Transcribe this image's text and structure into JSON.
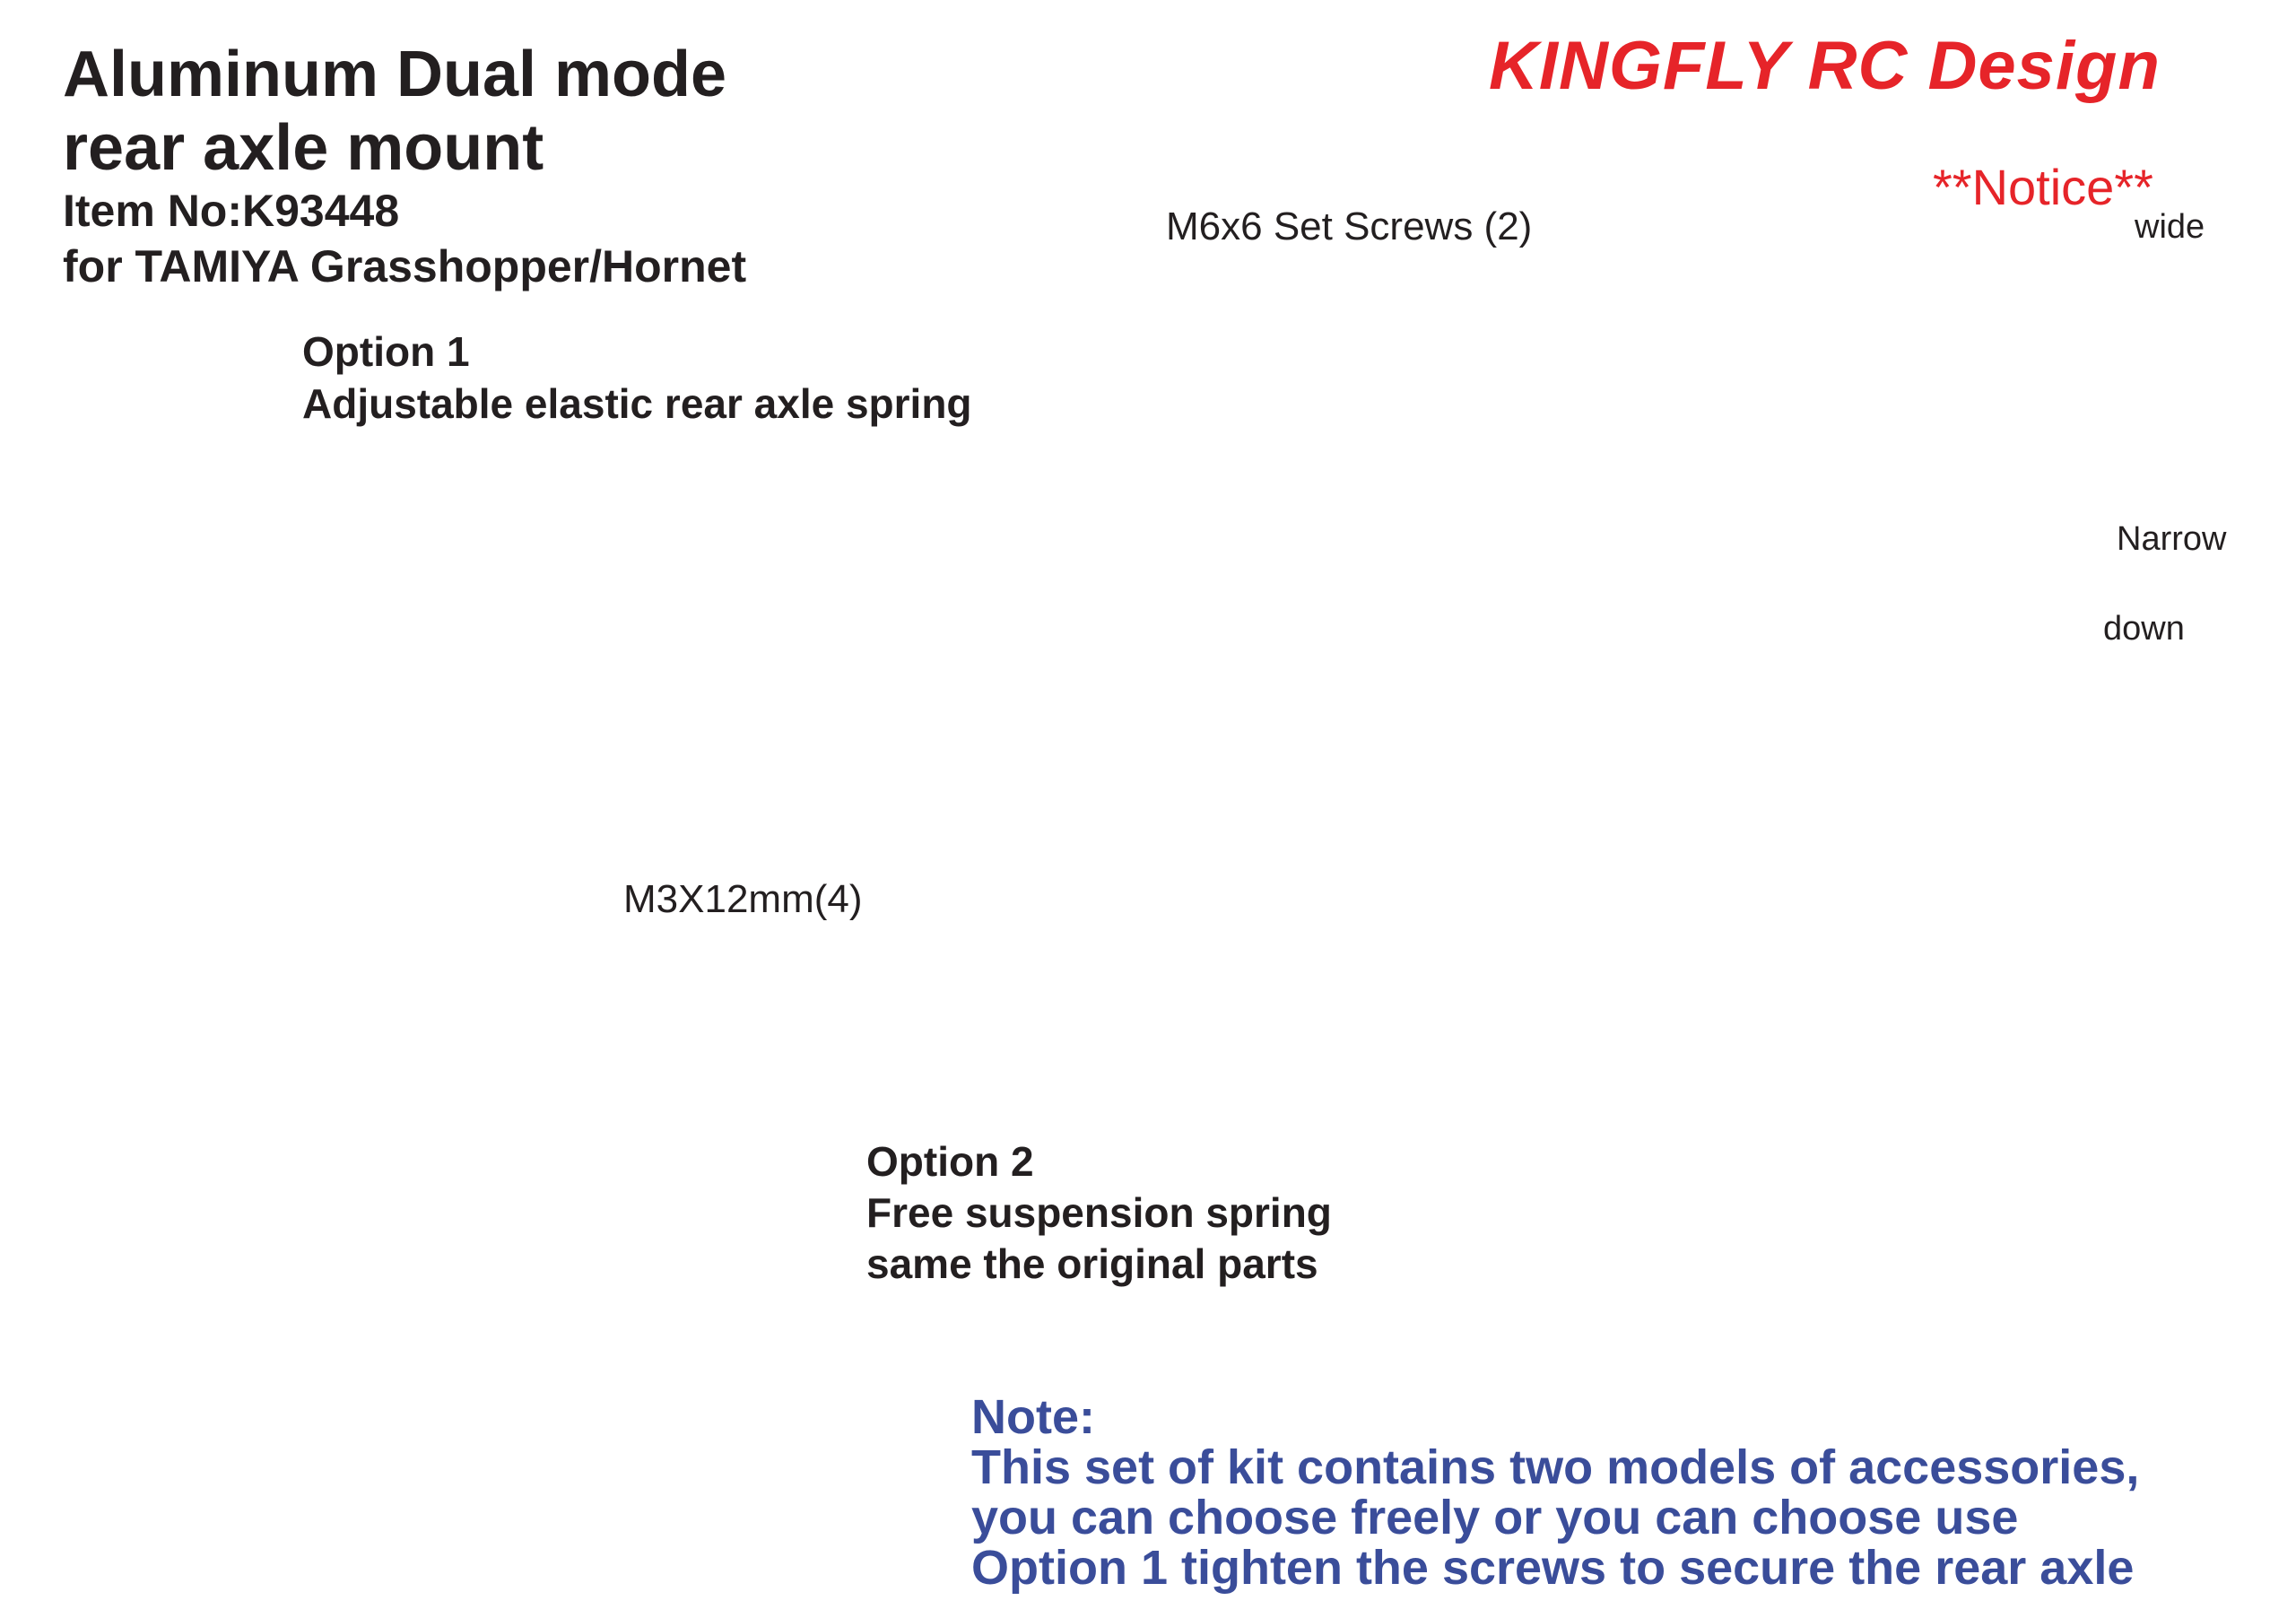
{
  "header": {
    "title_line1": "Aluminum Dual mode",
    "title_line2": "rear axle mount",
    "item_no": "Item No:K93448",
    "fitment": "for TAMIYA Grasshopper/Hornet",
    "brand": "KINGFLY RC Design"
  },
  "notice": {
    "heading": "**Notice**",
    "wide_label": "wide",
    "narrow_label": "Narrow",
    "down_label": "down"
  },
  "callouts": {
    "set_screws": "M6x6 Set Screws (2)",
    "option1_title": "Option 1",
    "option1_desc": "Adjustable elastic rear axle spring",
    "bolts": "M3X12mm(4)",
    "option2_title": "Option 2",
    "option2_desc1": "Free suspension spring",
    "option2_desc2": "same the original parts"
  },
  "note": {
    "heading": "Note:",
    "line1": "This set of kit contains two models of accessories,",
    "line2": "you can choose freely or you can choose use",
    "line3": "Option 1 tighten the screws to secure the rear axle"
  },
  "colors": {
    "brand_red": "#e62429",
    "note_blue": "#3a4d9a",
    "axle_blue": "#3d3fa8",
    "spring_green": "#3a9a3a",
    "screw_red": "#e8232a",
    "set_screw_orange": "#f07a2a",
    "part_grey": "#8e8e8e"
  }
}
